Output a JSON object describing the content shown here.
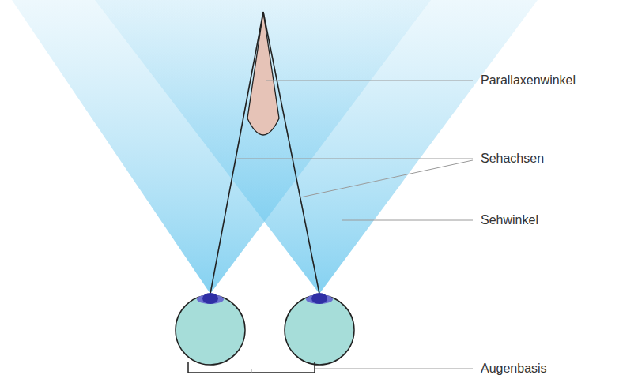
{
  "diagram": {
    "labels": [
      "Parallaxenwinkel",
      "Sehachsen",
      "Sehwinkel",
      "Augenbasis"
    ]
  }
}
